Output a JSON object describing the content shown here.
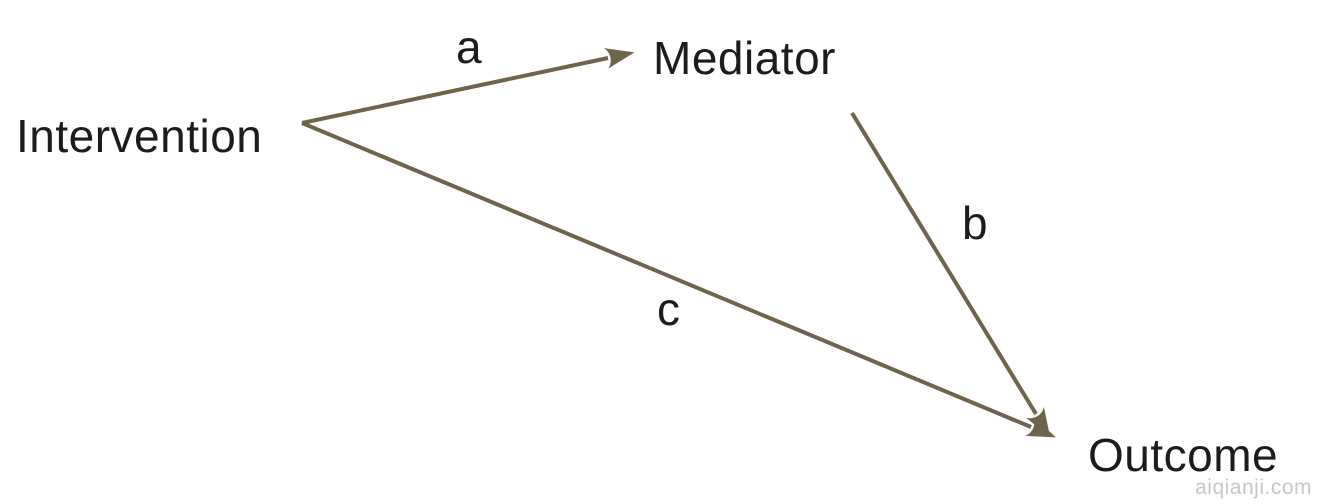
{
  "diagram": {
    "type": "mediation-path-diagram",
    "nodes": {
      "intervention": {
        "label": "Intervention"
      },
      "mediator": {
        "label": "Mediator"
      },
      "outcome": {
        "label": "Outcome"
      }
    },
    "edges": [
      {
        "id": "a",
        "label": "a",
        "from": "intervention",
        "to": "mediator"
      },
      {
        "id": "b",
        "label": "b",
        "from": "mediator",
        "to": "outcome"
      },
      {
        "id": "c",
        "label": "c",
        "from": "intervention",
        "to": "outcome"
      }
    ]
  },
  "watermark": {
    "text": "aiqianji.com"
  },
  "colors": {
    "arrow": "#6e634d",
    "text": "#1c1c1c",
    "watermark": "#c7c7c7",
    "background": "#ffffff"
  }
}
